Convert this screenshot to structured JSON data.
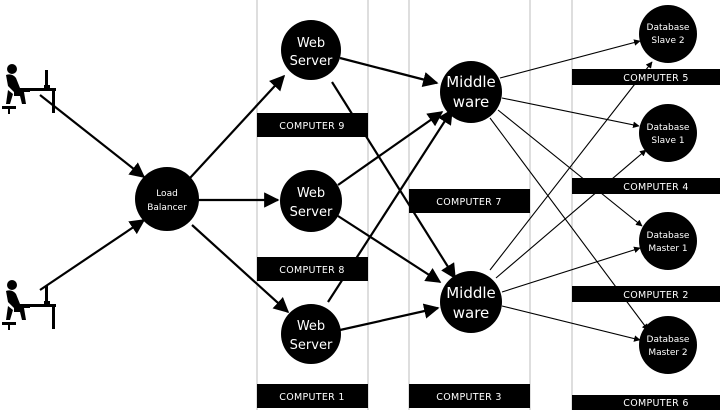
{
  "diagram": {
    "nodes": {
      "load_balancer": [
        "Load",
        "Balancer"
      ],
      "web_server_top": [
        "Web",
        "Server"
      ],
      "web_server_mid": [
        "Web",
        "Server"
      ],
      "web_server_bottom": [
        "Web",
        "Server"
      ],
      "middleware_top": [
        "Middle",
        "ware"
      ],
      "middleware_bottom": [
        "Middle",
        "ware"
      ],
      "db_slave_2": [
        "Database",
        "Slave 2"
      ],
      "db_slave_1": [
        "Database",
        "Slave 1"
      ],
      "db_master_1": [
        "Database",
        "Master 1"
      ],
      "db_master_2": [
        "Database",
        "Master 2"
      ]
    },
    "computers": {
      "c9": "COMPUTER 9",
      "c8": "COMPUTER 8",
      "c1": "COMPUTER 1",
      "c7": "COMPUTER 7",
      "c3": "COMPUTER 3",
      "c5": "COMPUTER 5",
      "c4": "COMPUTER 4",
      "c2": "COMPUTER 2",
      "c6": "COMPUTER 6"
    },
    "icons": [
      "user-at-desk-icon",
      "user-at-desk-icon"
    ],
    "colors": {
      "node": "#000000",
      "background": "#ffffff",
      "column_border": "#bdbdbd"
    }
  }
}
